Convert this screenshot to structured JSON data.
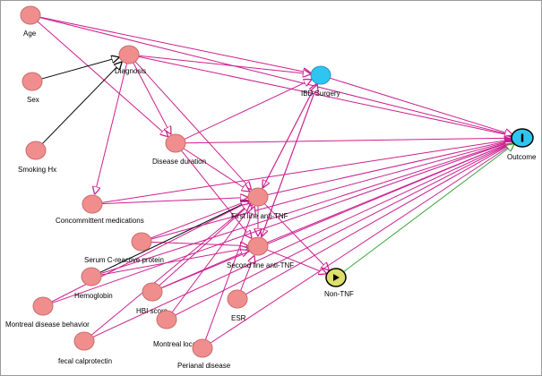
{
  "colors": {
    "node_default": "#f08e8e",
    "node_stroke": "#c86c6c",
    "exposure": "#2ec6f0",
    "exposure_stroke": "#2a93c8",
    "outcome": "#2ec6f0",
    "outcome_stroke": "#000000",
    "adjusted": "#dede6a",
    "adjusted_stroke": "#000000",
    "causal_edge": "#cc1f8f",
    "biasing_edge": "#cc1f8f",
    "plain_edge": "#000000",
    "outcome_path_edge": "#3aa53a"
  },
  "nodes": [
    {
      "id": "age",
      "label": "Age",
      "kind": "default"
    },
    {
      "id": "sex",
      "label": "Sex",
      "kind": "default"
    },
    {
      "id": "smoking",
      "label": "Smoking Hx",
      "kind": "default"
    },
    {
      "id": "diagnosis",
      "label": "Diagnosis",
      "kind": "default"
    },
    {
      "id": "ibd_surgery",
      "label": "IBD Surgery",
      "kind": "exposure",
      "icon": "none"
    },
    {
      "id": "disease_duration",
      "label": "Disease duration",
      "kind": "default"
    },
    {
      "id": "concomitant",
      "label": "Concommittent medications",
      "kind": "default"
    },
    {
      "id": "first_line",
      "label": "First line anti-TNF",
      "kind": "default"
    },
    {
      "id": "crp",
      "label": "Serum C-reactive protein",
      "kind": "default"
    },
    {
      "id": "second_line",
      "label": "Second line anti-TNF",
      "kind": "default"
    },
    {
      "id": "hemoglobin",
      "label": "Hemoglobin",
      "kind": "default"
    },
    {
      "id": "montreal_behavior",
      "label": "Montreal disease behavior",
      "kind": "default"
    },
    {
      "id": "hbi",
      "label": "HBI score",
      "kind": "default"
    },
    {
      "id": "esr",
      "label": "ESR",
      "kind": "default"
    },
    {
      "id": "montreal_location",
      "label": "Montreal location",
      "kind": "default"
    },
    {
      "id": "fecal_calprotectin",
      "label": "fecal calprotectin",
      "kind": "default"
    },
    {
      "id": "perianal",
      "label": "Perianal disease",
      "kind": "default"
    },
    {
      "id": "non_tnf",
      "label": "Non-TNF",
      "kind": "adjusted",
      "icon": "play-icon"
    },
    {
      "id": "outcome",
      "label": "Outcome",
      "kind": "outcome",
      "icon": "bar-icon"
    }
  ],
  "edges": [
    {
      "from": "age",
      "to": "disease_duration",
      "style": "causal"
    },
    {
      "from": "age",
      "to": "ibd_surgery",
      "style": "causal"
    },
    {
      "from": "age",
      "to": "outcome",
      "style": "causal"
    },
    {
      "from": "sex",
      "to": "diagnosis",
      "style": "plain"
    },
    {
      "from": "smoking",
      "to": "diagnosis",
      "style": "plain"
    },
    {
      "from": "diagnosis",
      "to": "ibd_surgery",
      "style": "causal"
    },
    {
      "from": "diagnosis",
      "to": "disease_duration",
      "style": "causal"
    },
    {
      "from": "diagnosis",
      "to": "concomitant",
      "style": "causal"
    },
    {
      "from": "diagnosis",
      "to": "first_line",
      "style": "causal"
    },
    {
      "from": "diagnosis",
      "to": "outcome",
      "style": "causal"
    },
    {
      "from": "disease_duration",
      "to": "ibd_surgery",
      "style": "causal"
    },
    {
      "from": "disease_duration",
      "to": "first_line",
      "style": "causal"
    },
    {
      "from": "disease_duration",
      "to": "second_line",
      "style": "causal"
    },
    {
      "from": "disease_duration",
      "to": "outcome",
      "style": "causal"
    },
    {
      "from": "ibd_surgery",
      "to": "outcome",
      "style": "causal"
    },
    {
      "from": "ibd_surgery",
      "to": "first_line",
      "style": "causal"
    },
    {
      "from": "ibd_surgery",
      "to": "second_line",
      "style": "causal"
    },
    {
      "from": "concomitant",
      "to": "first_line",
      "style": "causal"
    },
    {
      "from": "concomitant",
      "to": "outcome",
      "style": "causal"
    },
    {
      "from": "first_line",
      "to": "second_line",
      "style": "causal"
    },
    {
      "from": "first_line",
      "to": "non_tnf",
      "style": "causal"
    },
    {
      "from": "first_line",
      "to": "outcome",
      "style": "causal"
    },
    {
      "from": "first_line",
      "to": "ibd_surgery",
      "style": "causal"
    },
    {
      "from": "second_line",
      "to": "non_tnf",
      "style": "causal"
    },
    {
      "from": "second_line",
      "to": "outcome",
      "style": "causal"
    },
    {
      "from": "second_line",
      "to": "ibd_surgery",
      "style": "causal"
    },
    {
      "from": "crp",
      "to": "first_line",
      "style": "causal"
    },
    {
      "from": "crp",
      "to": "second_line",
      "style": "causal"
    },
    {
      "from": "crp",
      "to": "outcome",
      "style": "causal"
    },
    {
      "from": "hemoglobin",
      "to": "first_line",
      "style": "plain"
    },
    {
      "from": "hemoglobin",
      "to": "second_line",
      "style": "causal"
    },
    {
      "from": "hemoglobin",
      "to": "outcome",
      "style": "causal"
    },
    {
      "from": "montreal_behavior",
      "to": "first_line",
      "style": "causal"
    },
    {
      "from": "montreal_behavior",
      "to": "outcome",
      "style": "causal"
    },
    {
      "from": "hbi",
      "to": "first_line",
      "style": "causal"
    },
    {
      "from": "hbi",
      "to": "second_line",
      "style": "causal"
    },
    {
      "from": "hbi",
      "to": "outcome",
      "style": "causal"
    },
    {
      "from": "esr",
      "to": "second_line",
      "style": "causal"
    },
    {
      "from": "esr",
      "to": "outcome",
      "style": "causal"
    },
    {
      "from": "montreal_location",
      "to": "first_line",
      "style": "causal"
    },
    {
      "from": "montreal_location",
      "to": "outcome",
      "style": "causal"
    },
    {
      "from": "fecal_calprotectin",
      "to": "first_line",
      "style": "causal"
    },
    {
      "from": "fecal_calprotectin",
      "to": "outcome",
      "style": "causal"
    },
    {
      "from": "perianal",
      "to": "first_line",
      "style": "causal"
    },
    {
      "from": "perianal",
      "to": "outcome",
      "style": "causal"
    },
    {
      "from": "non_tnf",
      "to": "outcome",
      "style": "outcome_path"
    }
  ]
}
